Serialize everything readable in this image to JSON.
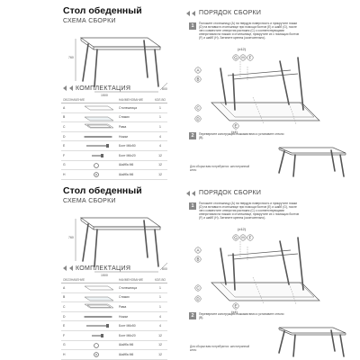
{
  "sheets": [
    {
      "title": "Стол обеденный",
      "subtitle": "СХЕМА СБОРКИ",
      "dims": {
        "height": "760",
        "length": "1500",
        "width": "800"
      },
      "parts_title": "КОМПЛЕКТАЦИЯ",
      "parts_columns": [
        "ОБОЗНАЧЕНИЕ",
        "",
        "НАИМЕНОВАНИЕ",
        "КОЛ-ВО"
      ],
      "parts": [
        {
          "id": "A",
          "name": "Столешница",
          "qty": "1"
        },
        {
          "id": "B",
          "name": "Стяжки",
          "qty": "1"
        },
        {
          "id": "C",
          "name": "Рама",
          "qty": "1"
        },
        {
          "id": "D",
          "name": "Ножки",
          "qty": "4"
        },
        {
          "id": "E",
          "name": "Болт М6х50",
          "qty": "4"
        },
        {
          "id": "F",
          "name": "Болт М6х20",
          "qty": "12"
        },
        {
          "id": "G",
          "name": "Шайба М6",
          "qty": "12"
        },
        {
          "id": "H",
          "name": "Шайба М6",
          "qty": "12"
        }
      ],
      "assembly_title": "ПОРЯДОК СБОРКИ",
      "step1_number": "1",
      "step1_text": "Положите столешницу (А) на твердую поверхность и прикрутите ножки (D) на вставки в столешнице при помощи болтов (Е) и шайб (G), после чего совместите отверстия растяжек (С) с соответствующими отверстиями на ножках и столешнице, прикрутите их с помощью болтов (F) и шайб (Н). Затяните крепеж (окончательно).",
      "step2_number": "2",
      "step2_text": "Переверните конструкцию ножками вниз и установите стекло (В).",
      "footnote": "Для сборки вам потребуются: шестигранный ключ",
      "callouts": {
        "a": "A",
        "b": "B",
        "c": "C",
        "d": "D",
        "g": "G",
        "h": "H",
        "f": "F",
        "e": "E",
        "x4": "(x4)",
        "x12": "(x12)"
      }
    },
    {
      "title": "Стол обеденный",
      "subtitle": "СХЕМА СБОРКИ",
      "dims": {
        "height": "760",
        "length": "1500",
        "width": "800"
      },
      "parts_title": "КОМПЛЕКТАЦИЯ",
      "parts_columns": [
        "ОБОЗНАЧЕНИЕ",
        "",
        "НАИМЕНОВАНИЕ",
        "КОЛ-ВО"
      ],
      "parts": [
        {
          "id": "A",
          "name": "Столешница",
          "qty": "1"
        },
        {
          "id": "B",
          "name": "Стяжки",
          "qty": "1"
        },
        {
          "id": "C",
          "name": "Рама",
          "qty": "1"
        },
        {
          "id": "D",
          "name": "Ножки",
          "qty": "4"
        },
        {
          "id": "E",
          "name": "Болт М6х50",
          "qty": "4"
        },
        {
          "id": "F",
          "name": "Болт М6х20",
          "qty": "12"
        },
        {
          "id": "G",
          "name": "Шайба М6",
          "qty": "12"
        },
        {
          "id": "H",
          "name": "Шайба М6",
          "qty": "12"
        }
      ],
      "assembly_title": "ПОРЯДОК СБОРКИ",
      "step1_number": "1",
      "step1_text": "Положите столешницу (А) на твердую поверхность и прикрутите ножки (D) на вставки в столешнице при помощи болтов (Е) и шайб (G), после чего совместите отверстия растяжек (С) с соответствующими отверстиями на ножках и столешнице, прикрутите их с помощью болтов (F) и шайб (Н). Затяните крепеж (окончательно).",
      "step2_number": "2",
      "step2_text": "Переверните конструкцию ножками вниз и установите стекло (В).",
      "footnote": "Для сборки вам потребуются: шестигранный ключ",
      "callouts": {
        "a": "A",
        "b": "B",
        "c": "C",
        "d": "D",
        "g": "G",
        "h": "H",
        "f": "F",
        "e": "E",
        "x4": "(x4)",
        "x12": "(x12)"
      }
    }
  ]
}
